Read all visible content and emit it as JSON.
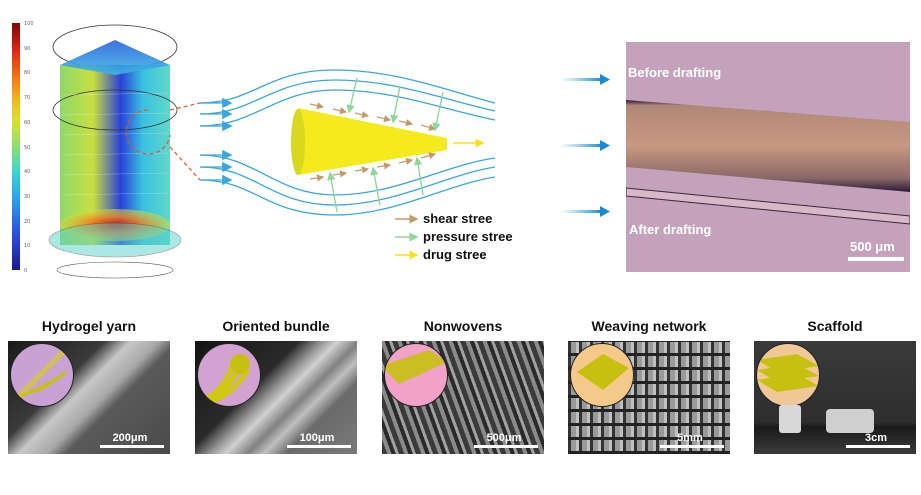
{
  "simulation": {
    "colorbar_ticks": [
      "100",
      "90",
      "80",
      "70",
      "60",
      "50",
      "40",
      "30",
      "20",
      "10",
      "0"
    ]
  },
  "flow_diagram": {
    "legend": [
      {
        "label": "shear stree",
        "color": "#c49a6c"
      },
      {
        "label": "pressure stree",
        "color": "#8fd69a"
      },
      {
        "label": "drug stree",
        "color": "#f5e21a"
      }
    ],
    "flow_color": "#3aa6dc",
    "cone_color": "#f5ea1e"
  },
  "micrograph": {
    "before_label": "Before drafting",
    "after_label": "After drafting",
    "scale_label": "500 μm"
  },
  "panels": [
    {
      "title": "Hydrogel yarn",
      "scale": "200μm",
      "inset_color": "#c9a2d4"
    },
    {
      "title": "Oriented bundle",
      "scale": "100μm",
      "inset_color": "#d4a2d0"
    },
    {
      "title": "Nonwovens",
      "scale": "500μm",
      "inset_color": "#f0a2c8"
    },
    {
      "title": "Weaving network",
      "scale": "5mm",
      "inset_color": "#f5c98a"
    },
    {
      "title": "Scaffold",
      "scale": "3cm",
      "inset_color": "#f0c898"
    }
  ]
}
